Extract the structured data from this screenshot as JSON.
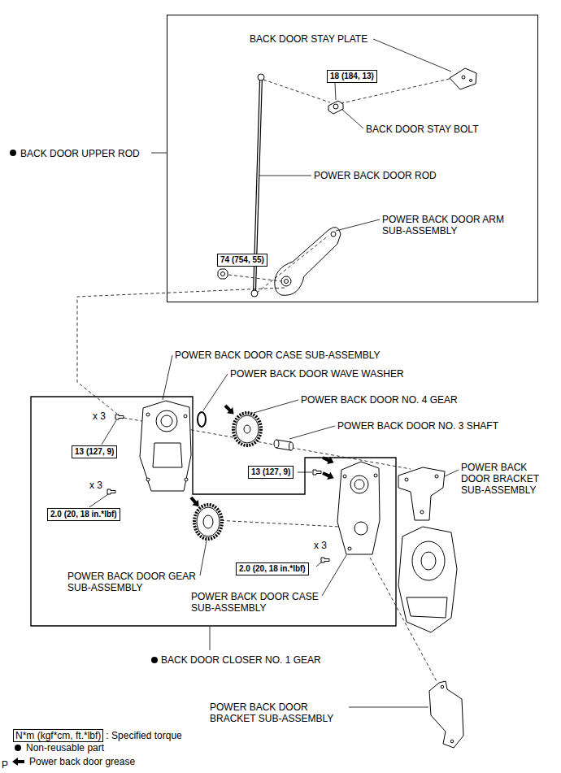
{
  "diagram": {
    "nodes": [
      {
        "text": [
          "BACK DOOR UPPER ROD"
        ]
      },
      {
        "text": [
          "18 (184, 13)"
        ],
        "in": 0
      },
      {
        "text": [
          "74 (754, 55)"
        ],
        "in": 0
      },
      {
        "text": [
          "BACK DOOR CLOSER NO. 1 GEAR"
        ]
      },
      {
        "text": [
          "13 (127, 9)"
        ],
        "in": 3
      },
      {
        "text": [
          "2.0 (20, 18 in.*lbf)"
        ],
        "in": 3
      },
      {
        "text": [
          "13 (127, 9)"
        ]
      },
      {
        "text": [
          "2.0 (20, 18 in.*lbf)"
        ],
        "in": 3
      }
    ],
    "labels": [
      "BACK DOOR STAY PLATE",
      "BACK DOOR STAY BOLT",
      "POWER BACK DOOR ROD",
      "POWER BACK DOOR ARM SUB-ASSEMBLY",
      "POWER BACK DOOR CASE SUB-ASSEMBLY",
      "POWER BACK DOOR WAVE WASHER",
      "POWER BACK DOOR NO. 4 GEAR",
      "POWER BACK DOOR NO. 3 SHAFT",
      "POWER BACK DOOR BRACKET SUB-ASSEMBLY",
      "x 3",
      "x 3",
      "POWER BACK DOOR GEAR SUB-ASSEMBLY",
      "x 3",
      "POWER BACK DOOR CASE SUB-ASSEMBLY",
      "POWER BACK DOOR BRACKET SUB-ASSEMBLY",
      "N*m (kgf*cm, ft.*lbf)",
      "P"
    ],
    "legend": [
      {
        "text": ": Specified torque"
      },
      {
        "text": "Non-reusable part"
      },
      {
        "text": "Power back door grease"
      }
    ]
  }
}
